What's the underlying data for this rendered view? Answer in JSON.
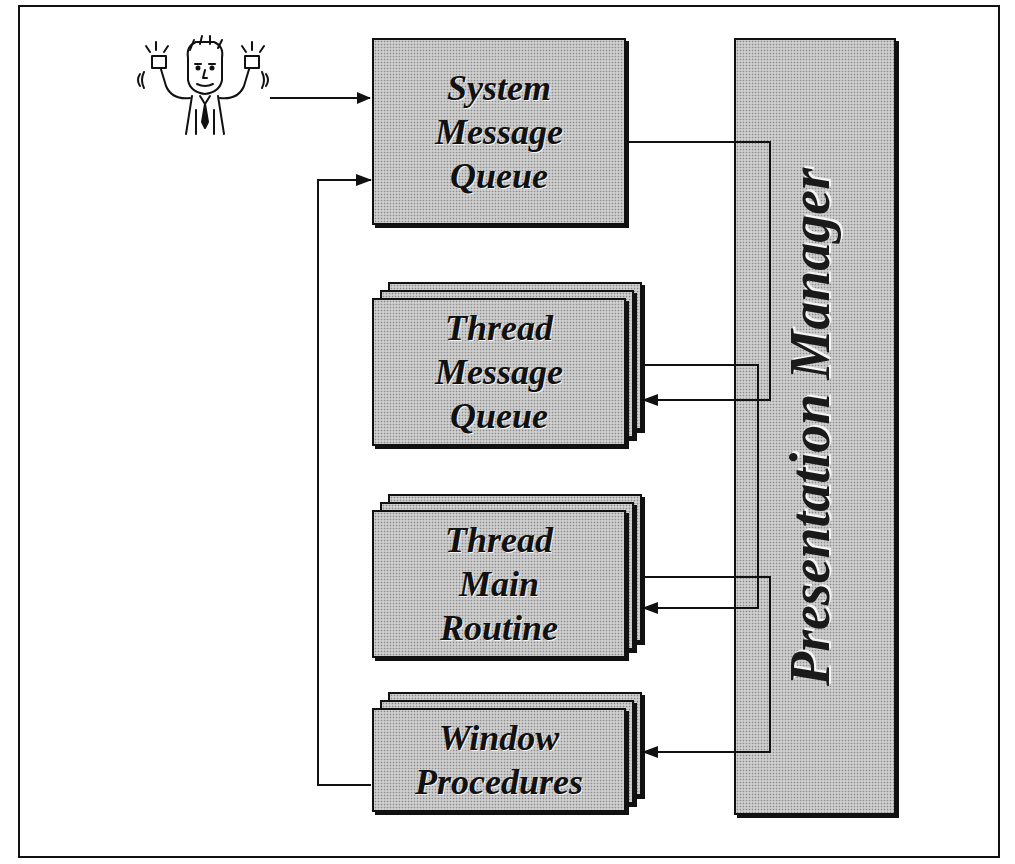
{
  "diagram": {
    "nodes": [
      {
        "text": [
          "System Message Queue"
        ]
      },
      {
        "text": [
          "Thread Message Queue"
        ]
      },
      {
        "text": [
          "Thread Main Routine"
        ]
      },
      {
        "text": [
          "Window Procedures"
        ]
      },
      {
        "text": [
          "Presentation Manager"
        ]
      }
    ],
    "edges": [
      {
        "from": 0,
        "to": 1,
        "arrow": "to"
      },
      {
        "from": 1,
        "to": 2,
        "arrow": "to"
      },
      {
        "from": 2,
        "to": 3,
        "arrow": "to"
      },
      {
        "from": 3,
        "to": 0,
        "arrow": "to"
      }
    ]
  }
}
